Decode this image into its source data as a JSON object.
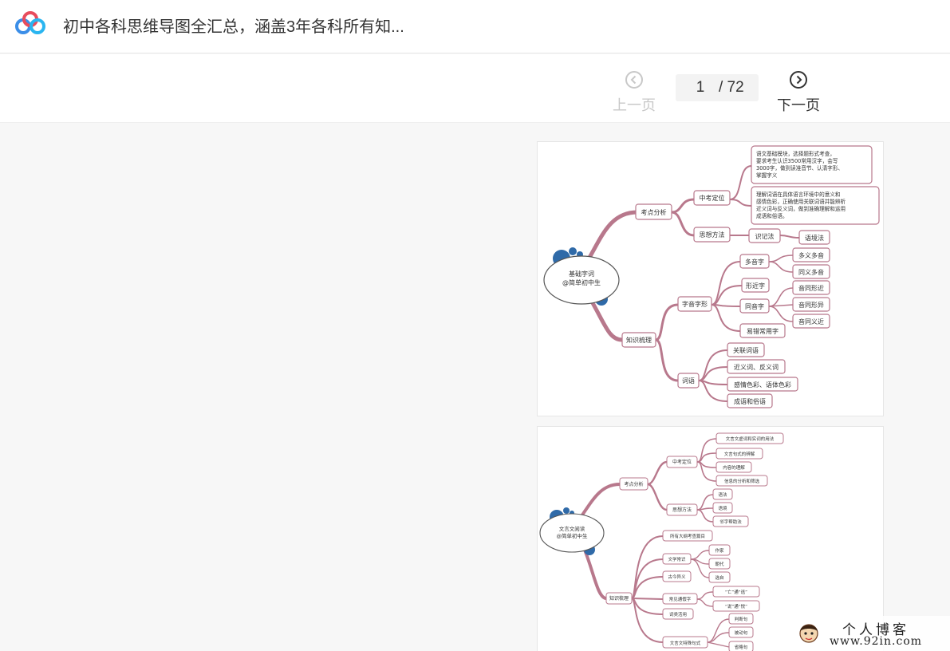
{
  "header": {
    "title": "初中各科思维导图全汇总，涵盖3年各科所有知...",
    "logo_icon": "cloud-logo-icon"
  },
  "pager": {
    "prev_label": "上一页",
    "next_label": "下一页",
    "current_page": "1",
    "total": "/ 72"
  },
  "colors": {
    "branch": "#b8788c",
    "node_border": "#b8788c",
    "bubble": "#2f6aa8"
  },
  "page1": {
    "center": [
      "基础字词",
      "@简单初中生"
    ],
    "nodes": {
      "kaodian": "考点分析",
      "zhongkao": "中考定位",
      "desc1": [
        "语文基础模块，选择题形式考查，",
        "要求考生认识3500常用汉字，会写",
        "3000字，做到读准音节、认清字形、",
        "掌握字义"
      ],
      "desc2": [
        "理解词语在具体语言环境中的意义和",
        "感情色彩，正确使用关联词语并能辨析",
        "近义词与反义词，做到准确理解和运用",
        "成语和俗语。"
      ],
      "sixiang": "思想方法",
      "shiji": "识记法",
      "yujing": "语境法",
      "zhishi": "知识梳理",
      "ziyin": "字音字形",
      "duoyin": "多音字",
      "duoyi": "多义多音",
      "tongyi": "同义多音",
      "xingjin": "形近字",
      "tongyin": "同音字",
      "yxj": "音同形近",
      "yxy": "音同形异",
      "yyj": "音同义近",
      "yicuo": "易错常用字",
      "ciyu": "词语",
      "guanlian": "关联词语",
      "jinyi": "近义词、反义词",
      "ganqing": "感情色彩、语体色彩",
      "chengyu": "成语和俗语"
    }
  },
  "page2": {
    "center": [
      "文言文阅读",
      "@简单初中生"
    ],
    "nodes": {
      "kaodian": "考点分析",
      "zhongkao": "中考定位",
      "z1": "文言文虚词和实词的用法",
      "z2": "文言句式的辨解",
      "z3": "内容的理解",
      "z4": "信息的分析和筛选",
      "sixiang": "思想方法",
      "s1": "语法",
      "s2": "语境",
      "s3": "邻字帮助法",
      "zhishi": "知识梳理",
      "k1": "所有大纲考查篇目",
      "k2": "文学常识",
      "k2a": "作家",
      "k2b": "朝代",
      "k2c": "选自",
      "k3": "古今异义",
      "k4": "常见通假字",
      "k4a": "“亡”通“逃”",
      "k4b": "“说”通“悦”",
      "k5": "词类活用",
      "k6": "文言文特殊句式",
      "k6a": "判断句",
      "k6b": "被动句",
      "k6c": "省略句"
    }
  },
  "watermark": {
    "title": "个人博客",
    "url": "www.92in.com"
  }
}
